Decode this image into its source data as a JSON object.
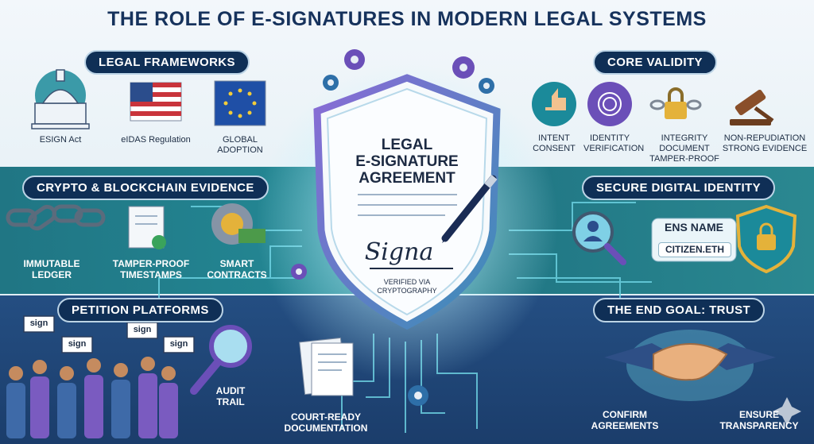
{
  "title": "THE ROLE OF E-SIGNATURES IN MODERN LEGAL SYSTEMS",
  "sections": {
    "legal_frameworks": "LEGAL FRAMEWORKS",
    "core_validity": "CORE VALIDITY",
    "crypto": "CRYPTO & BLOCKCHAIN EVIDENCE",
    "identity": "SECURE DIGITAL IDENTITY",
    "petition": "PETITION PLATFORMS",
    "goal": "THE END GOAL: TRUST"
  },
  "legal_items": [
    "ESIGN Act",
    "eIDAS Regulation",
    "GLOBAL ADOPTION"
  ],
  "validity_items": [
    "INTENT CONSENT",
    "IDENTITY VERIFICATION",
    "INTEGRITY DOCUMENT TAMPER-PROOF",
    "NON-REPUDIATION STRONG EVIDENCE"
  ],
  "crypto_items": [
    "IMMUTABLE LEDGER",
    "TAMPER-PROOF TIMESTAMPS",
    "SMART CONTRACTS"
  ],
  "identity": {
    "ens_label": "ENS NAME",
    "ens_value": "CITIZEN.ETH"
  },
  "petition_items": {
    "sign": "sign",
    "audit": "AUDIT TRAIL",
    "docs": "COURT-READY DOCUMENTATION"
  },
  "goal_items": [
    "CONFIRM AGREEMENTS",
    "ENSURE TRANSPARENCY"
  ],
  "shield": {
    "line1": "LEGAL",
    "line2": "E-SIGNATURE",
    "line3": "AGREEMENT",
    "signature": "Signa",
    "verified": "VERIFIED VIA CRYPTOGRAPHY"
  },
  "colors": {
    "navy": "#0f2f56",
    "teal": "#137f8c",
    "purple": "#6b4fb8",
    "gold": "#e4b23a"
  }
}
